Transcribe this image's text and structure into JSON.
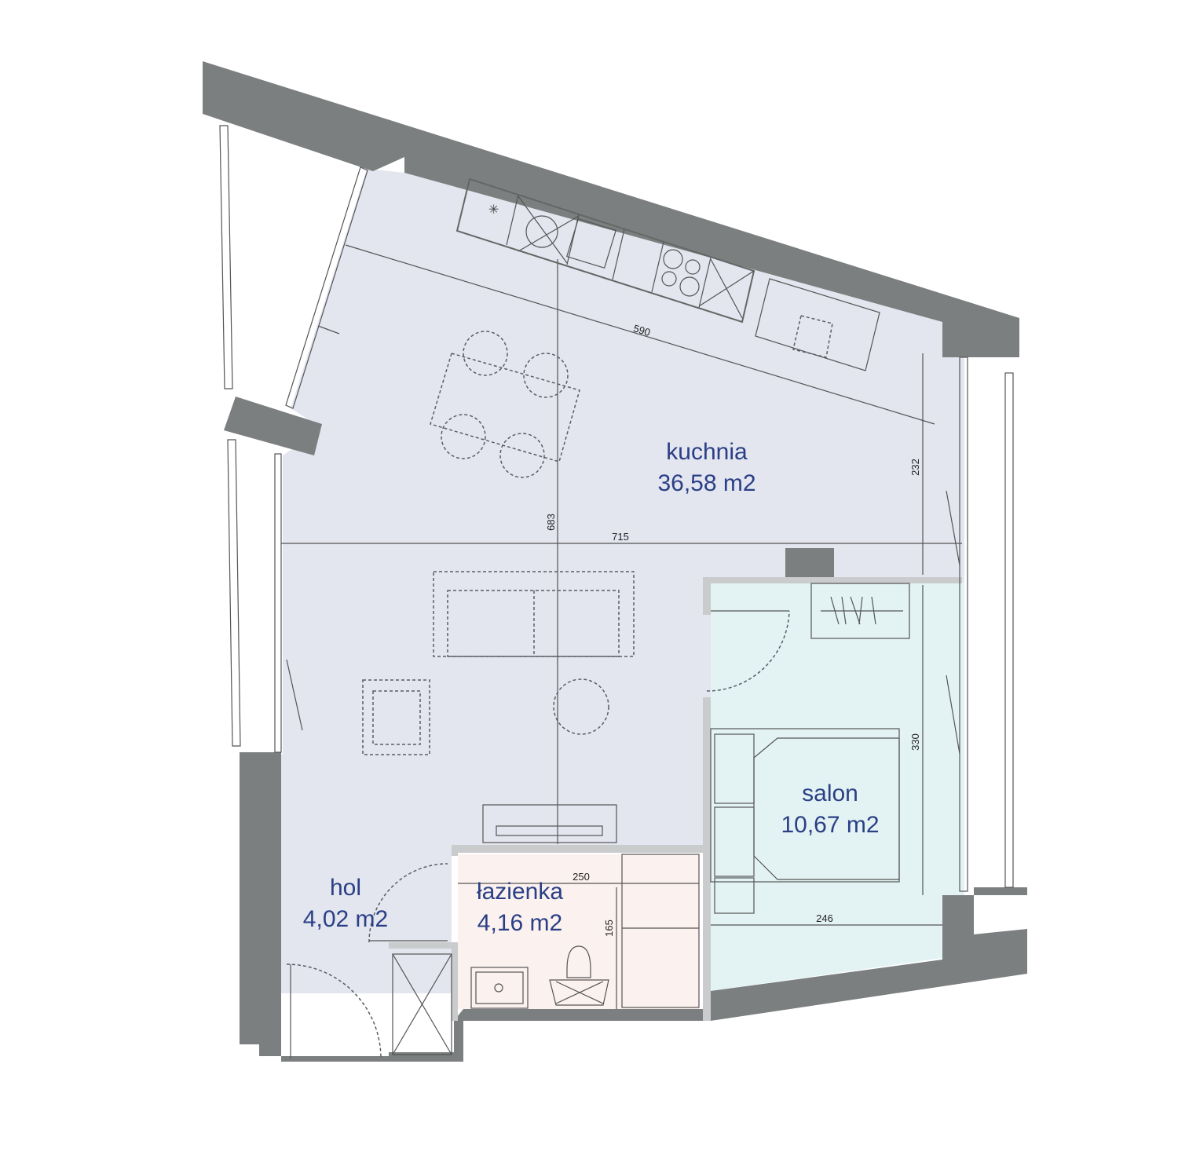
{
  "rooms": {
    "kitchen": {
      "name": "kuchnia",
      "area": "36,58 m2"
    },
    "bedroom": {
      "name": "salon",
      "area": "10,67 m2"
    },
    "bathroom": {
      "name": "łazienka",
      "area": "4,16 m2"
    },
    "hall": {
      "name": "hol",
      "area": "4,02 m2"
    }
  },
  "dimensions": {
    "diag_top": "590",
    "width_main": "715",
    "height_main": "683",
    "kitchen_right": "232",
    "bedroom_right": "330",
    "bedroom_bottom": "246",
    "bath_width": "250",
    "bath_height": "165"
  },
  "colors": {
    "kitchen_fill": "#e3e5ef",
    "bedroom_fill": "#e3f3f3",
    "bathroom_fill": "#fbf1ee",
    "wall": "#7c7f7f",
    "label": "#2a3f86"
  }
}
